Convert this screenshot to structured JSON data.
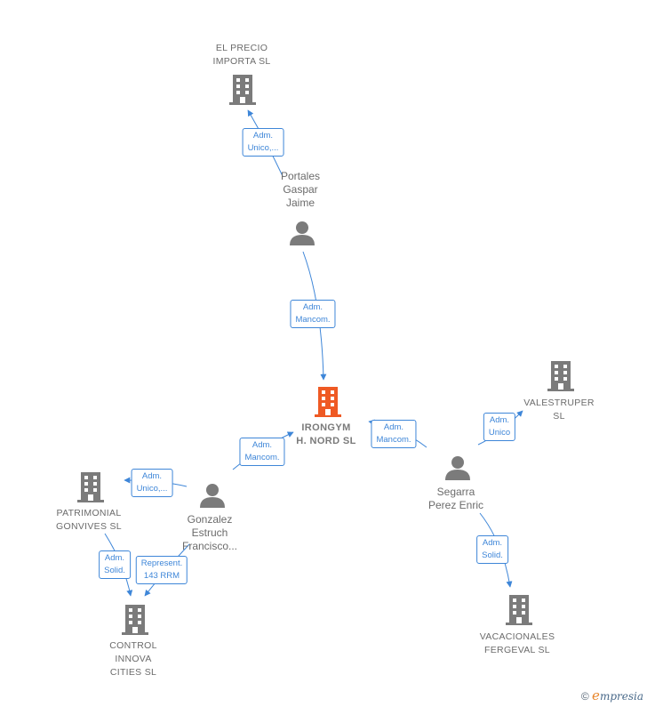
{
  "colors": {
    "edge": "#3e86d8",
    "company_icon": "#7b7b7b",
    "center_icon": "#ef5a24",
    "person_icon": "#7b7b7b",
    "label_text": "#6b6b6b"
  },
  "nodes": {
    "el_precio": {
      "type": "company",
      "lines": [
        "EL PRECIO",
        "IMPORTA  SL"
      ]
    },
    "portales": {
      "type": "person",
      "lines": [
        "Portales",
        "Gaspar",
        "Jaime"
      ]
    },
    "irongym": {
      "type": "center",
      "lines": [
        "IRONGYM",
        "H.  NORD  SL"
      ]
    },
    "valestruper": {
      "type": "company",
      "lines": [
        "VALESTRUPER",
        "SL"
      ]
    },
    "segarra": {
      "type": "person",
      "lines": [
        "Segarra",
        "Perez Enric"
      ]
    },
    "patrimonial": {
      "type": "company",
      "lines": [
        "PATRIMONIAL",
        "GONVIVES  SL"
      ]
    },
    "gonzalez": {
      "type": "person",
      "lines": [
        "Gonzalez",
        "Estruch",
        "Francisco..."
      ]
    },
    "control": {
      "type": "company",
      "lines": [
        "CONTROL",
        "INNOVA",
        "CITIES  SL"
      ]
    },
    "vacacionales": {
      "type": "company",
      "lines": [
        "VACACIONALES",
        "FERGEVAL  SL"
      ]
    }
  },
  "relations": {
    "portales_elprecio": [
      "Adm.",
      "Unico,..."
    ],
    "portales_irongym": [
      "Adm.",
      "Mancom."
    ],
    "gonzalez_irongym": [
      "Adm.",
      "Mancom."
    ],
    "segarra_irongym": [
      "Adm.",
      "Mancom."
    ],
    "segarra_valestruper": [
      "Adm.",
      "Unico"
    ],
    "segarra_vacacionales": [
      "Adm.",
      "Solid."
    ],
    "gonzalez_patrimonial": [
      "Adm.",
      "Unico,..."
    ],
    "patrimonial_control": [
      "Adm.",
      "Solid."
    ],
    "gonzalez_control": [
      "Represent.",
      "143 RRM"
    ]
  },
  "footer": {
    "copyright": "©",
    "brand_initial": "e",
    "brand_rest": "mpresia"
  }
}
